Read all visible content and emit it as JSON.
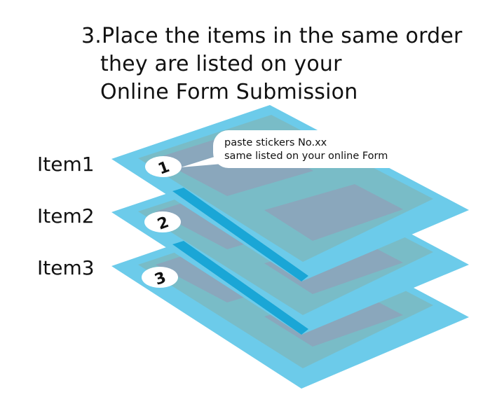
{
  "title": {
    "line1": "3.Place the items in the same order",
    "line2": "they are listed on your",
    "line3": "Online Form Submission"
  },
  "items": [
    {
      "label": "Item1",
      "number": "1"
    },
    {
      "label": "Item2",
      "number": "2"
    },
    {
      "label": "Item3",
      "number": "3"
    }
  ],
  "callout": {
    "line1": "paste stickers No.xx",
    "line2": "same listed on your online Form"
  },
  "colors": {
    "sheet_outer": "#6ccbea",
    "sheet_inner": "#79bcc7",
    "sheet_window": "#8aa7bc",
    "overlap_stripe": "#1aa6d6"
  }
}
